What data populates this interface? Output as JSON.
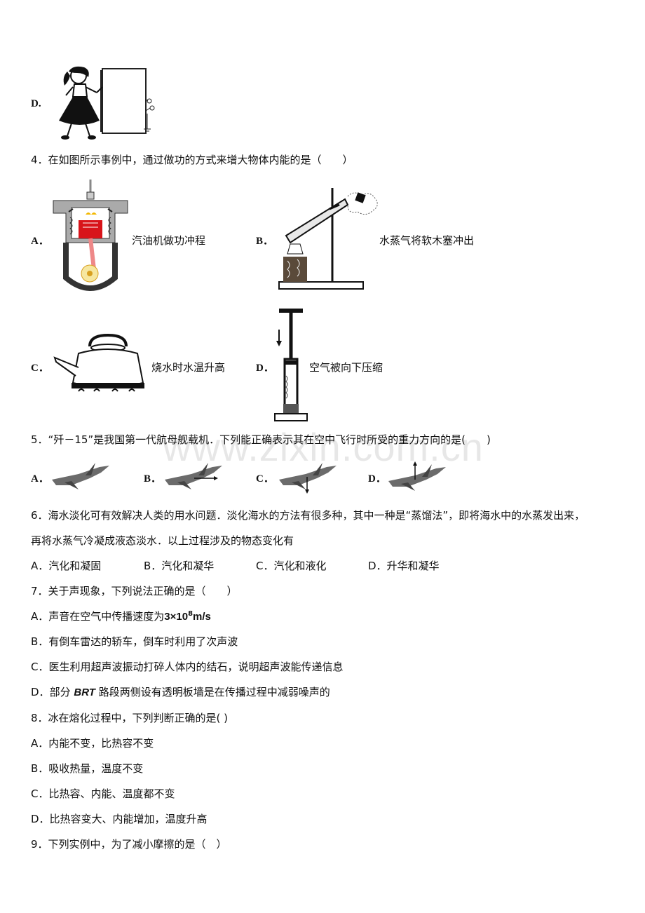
{
  "q3": {
    "d_label": "D."
  },
  "q4": {
    "stem": "4．在如图所示事例中，通过做功的方式来增大物体内能的是（　　）",
    "options": [
      {
        "label": "A．",
        "caption": "汽油机做功冲程"
      },
      {
        "label": "B．",
        "caption": "水蒸气将软木塞冲出"
      },
      {
        "label": "C．",
        "caption": "烧水时水温升高"
      },
      {
        "label": "D．",
        "caption": "空气被向下压缩"
      }
    ]
  },
  "q5": {
    "stem": "5．“歼－15”是我国第一代航母舰载机．下列能正确表示其在空中飞行时所受的重力方向的是(　　)",
    "options": [
      "A．",
      "B．",
      "C．",
      "D．"
    ]
  },
  "q6": {
    "stem_line1": "6．海水淡化可有效解决人类的用水问题．淡化海水的方法有很多种，其中一种是“蒸馏法”，即将海水中的水蒸发出来，",
    "stem_line2": "再将水蒸气冷凝成液态淡水．以上过程涉及的物态变化有",
    "options": [
      "A．汽化和凝固",
      "B．汽化和凝华",
      "C．汽化和液化",
      "D．升华和凝华"
    ]
  },
  "q7": {
    "stem": "7．关于声现象，下列说法正确的是（　　）",
    "a_label": "A．",
    "a_text": "声音在空气中传播速度为",
    "a_value": "3×10",
    "a_exp": "8",
    "a_unit": "m/s",
    "b": "B．有倒车雷达的轿车，倒车时利用了次声波",
    "c": "C．医生利用超声波振动打碎人体内的结石，说明超声波能传递信息",
    "d_label": "D．",
    "d_pre": "部分",
    "d_brt": "BRT",
    "d_post": "路段两侧设有透明板墙是在传播过程中减弱噪声的"
  },
  "q8": {
    "stem": "8．冰在熔化过程中，下列判断正确的是( )",
    "options": [
      "A．内能不变，比热容不变",
      "B．吸收热量，温度不变",
      "C．比热容、内能、温度都不变",
      "D．比热容变大、内能增加，温度升高"
    ]
  },
  "q9": {
    "stem": "9．下列实例中，为了减小摩擦的是（　）"
  },
  "watermark": "www.zixin.com.cn"
}
